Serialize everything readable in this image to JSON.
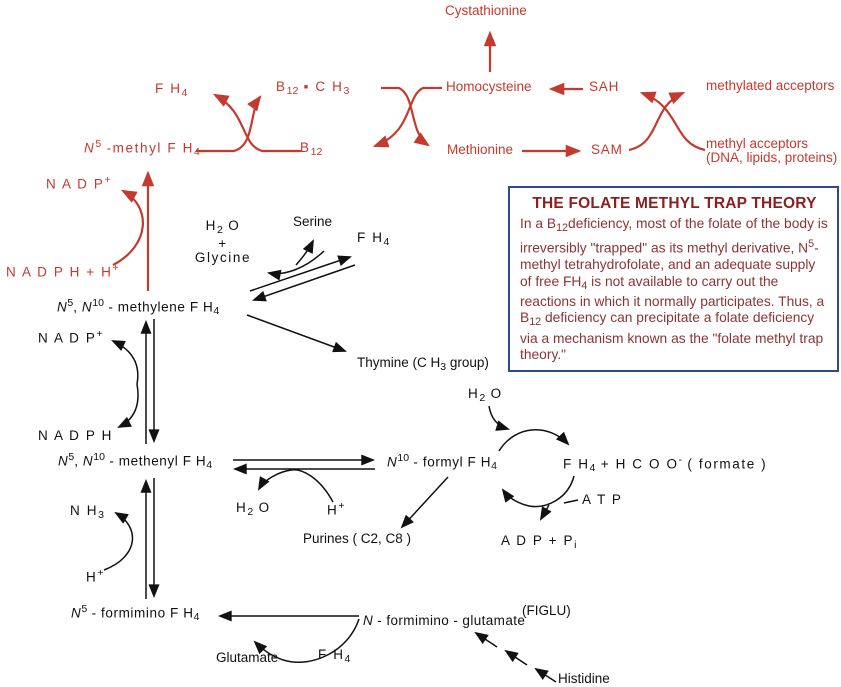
{
  "colors": {
    "red": "#c43a2e",
    "ink": "#111111",
    "boxtitle": "#8a2020",
    "boxbody": "#8c3434",
    "boxborder": "#2e4b8f",
    "paper": "#ffffff"
  },
  "box": {
    "title": "THE  FOLATE METHYL TRAP THEORY",
    "body": [
      {
        "t": "In a B"
      },
      {
        "t": "12",
        "s": "sub"
      },
      {
        "t": "deficiency, most of the folate of the body is irreversibly \"trapped\" as its methyl derivative,  N"
      },
      {
        "t": "5",
        "s": "sup"
      },
      {
        "t": "-methyl tetrahydrofolate, and an adequate supply of free FH"
      },
      {
        "t": "4",
        "s": "sub"
      },
      {
        "t": " is not available to carry out the reactions in which it normally participates.  Thus,  a B"
      },
      {
        "t": "12",
        "s": "sub"
      },
      {
        "t": " deficiency can precipitate a folate deficiency via a mechanism known as the \"folate methyl trap theory.\""
      }
    ]
  },
  "labels": {
    "cystathionine": [
      {
        "t": "Cystathionine"
      }
    ],
    "homocysteine": [
      {
        "t": "Homocysteine"
      }
    ],
    "sah": [
      {
        "t": "SAH"
      }
    ],
    "methylated_acceptors": [
      {
        "t": "methylated acceptors"
      }
    ],
    "methionine": [
      {
        "t": "Methionine"
      }
    ],
    "sam": [
      {
        "t": "SAM"
      }
    ],
    "methyl_acceptors": [
      {
        "t": "methyl acceptors"
      },
      {
        "s": "br"
      },
      {
        "t": "(DNA, lipids, proteins)"
      }
    ],
    "fh4_top": [
      {
        "t": "F H"
      },
      {
        "t": "4",
        "s": "sub"
      }
    ],
    "b12ch3": [
      {
        "t": "B"
      },
      {
        "t": "12",
        "s": "sub"
      },
      {
        "t": " ▪ "
      },
      {
        "t": "C H"
      },
      {
        "t": "3",
        "s": "sub"
      }
    ],
    "b12": [
      {
        "t": "B"
      },
      {
        "t": "12",
        "s": "sub"
      }
    ],
    "n5_methyl_fh4": [
      {
        "t": "N",
        "i": true
      },
      {
        "t": "5",
        "s": "sup"
      },
      {
        "t": " -methyl F H"
      },
      {
        "t": "4",
        "s": "sub"
      }
    ],
    "nadp_red": [
      {
        "t": "N A D P"
      },
      {
        "t": "+",
        "s": "sup"
      }
    ],
    "nadph_h_red": [
      {
        "t": "N A D P H  +  H"
      },
      {
        "t": "+",
        "s": "sup"
      }
    ],
    "h2o_glycine": [
      {
        "t": "H"
      },
      {
        "t": "2",
        "s": "sub"
      },
      {
        "t": " O"
      },
      {
        "s": "br"
      },
      {
        "t": "+"
      },
      {
        "s": "br"
      },
      {
        "t": "Glycine"
      }
    ],
    "serine": [
      {
        "t": "Serine"
      }
    ],
    "fh4_mid": [
      {
        "t": "F H"
      },
      {
        "t": "4",
        "s": "sub"
      }
    ],
    "n5n10_methylene": [
      {
        "t": "N",
        "i": true
      },
      {
        "t": "5",
        "s": "sup"
      },
      {
        "t": ", "
      },
      {
        "t": "N",
        "i": true
      },
      {
        "t": "10",
        "s": "sup"
      },
      {
        "t": " - methylene F H"
      },
      {
        "t": "4",
        "s": "sub"
      }
    ],
    "thymine": [
      {
        "t": "Thymine (C H"
      },
      {
        "t": "3",
        "s": "sub"
      },
      {
        "t": "  group)"
      }
    ],
    "nadp_blk": [
      {
        "t": "N A D P"
      },
      {
        "t": "+",
        "s": "sup"
      }
    ],
    "nadph_blk": [
      {
        "t": "N A D P H"
      }
    ],
    "n5n10_methenyl": [
      {
        "t": "N",
        "i": true
      },
      {
        "t": "5",
        "s": "sup"
      },
      {
        "t": ", "
      },
      {
        "t": "N",
        "i": true
      },
      {
        "t": "10",
        "s": "sup"
      },
      {
        "t": " - methenyl F H"
      },
      {
        "t": "4",
        "s": "sub"
      }
    ],
    "n10_formyl": [
      {
        "t": "N",
        "i": true
      },
      {
        "t": "10",
        "s": "sup"
      },
      {
        "t": " - formyl F H"
      },
      {
        "t": "4",
        "s": "sub"
      }
    ],
    "h2o_mid": [
      {
        "t": "H"
      },
      {
        "t": "2",
        "s": "sub"
      },
      {
        "t": " O"
      }
    ],
    "h_plus_mid": [
      {
        "t": "H"
      },
      {
        "t": "+",
        "s": "sup"
      }
    ],
    "purines": [
      {
        "t": "Purines  ( C2, C8 )"
      }
    ],
    "h2o_right": [
      {
        "t": "H"
      },
      {
        "t": "2",
        "s": "sub"
      },
      {
        "t": " O"
      }
    ],
    "fh4_hcoo": [
      {
        "t": "F H"
      },
      {
        "t": "4",
        "s": "sub"
      },
      {
        "t": " + H C O O"
      },
      {
        "t": "-",
        "s": "sup"
      },
      {
        "t": "  ( formate )"
      }
    ],
    "atp": [
      {
        "t": "A T P"
      }
    ],
    "adp_pi": [
      {
        "t": "A D P  +  P"
      },
      {
        "t": "i",
        "s": "sub"
      }
    ],
    "nh3": [
      {
        "t": "N H"
      },
      {
        "t": "3",
        "s": "sub"
      }
    ],
    "h_plus_low": [
      {
        "t": "H"
      },
      {
        "t": "+",
        "s": "sup"
      }
    ],
    "n5_formimino": [
      {
        "t": "N",
        "i": true
      },
      {
        "t": "5",
        "s": "sup"
      },
      {
        "t": " - formimino F H"
      },
      {
        "t": "4",
        "s": "sub"
      }
    ],
    "n_formimino_glutamate": [
      {
        "t": "N",
        "i": true
      },
      {
        "t": " - formimino - glutamate"
      }
    ],
    "figlu": [
      {
        "t": "(FIGLU)"
      }
    ],
    "glutamate": [
      {
        "t": "Glutamate"
      }
    ],
    "fh4_bottom": [
      {
        "t": "F H"
      },
      {
        "t": "4",
        "s": "sub"
      }
    ],
    "histidine": [
      {
        "t": "Histidine"
      }
    ]
  }
}
